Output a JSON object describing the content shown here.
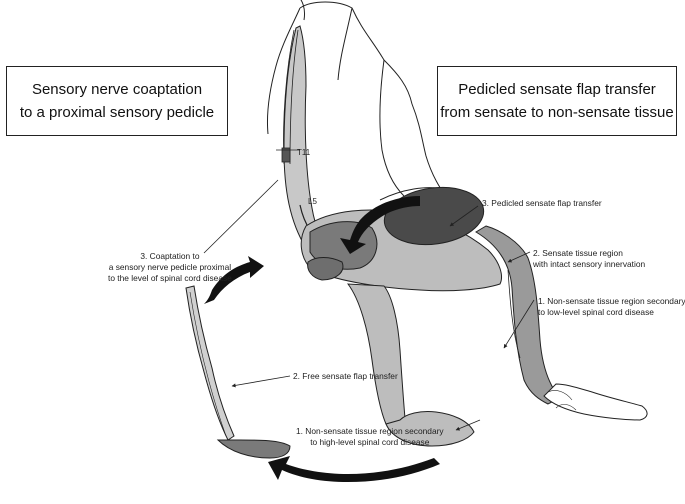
{
  "boxes": {
    "left": {
      "line1": "Sensory nerve coaptation",
      "line2": "to a proximal sensory pedicle"
    },
    "right": {
      "line1": "Pedicled sensate flap transfer",
      "line2": "from sensate to non-sensate tissue"
    }
  },
  "spine_levels": {
    "upper": "T11",
    "lower": "L5"
  },
  "labels": {
    "pedicled_flap": "3. Pedicled sensate flap transfer",
    "sensate_region": {
      "line1": "2. Sensate tissue region",
      "line2": "with intact sensory innervation"
    },
    "nonsensate_low": {
      "line1": "1. Non-sensate tissue region secondary",
      "line2": "to low-level spinal cord disease"
    },
    "coaptation": {
      "line1": "3. Coaptation to",
      "line2": "a sensory nerve pedicle proximal",
      "line3": "to the level of spinal cord disease"
    },
    "free_flap": "2. Free sensate flap transfer",
    "nonsensate_high": {
      "line1": "1. Non-sensate tissue region secondary",
      "line2": "to high-level spinal cord disease"
    }
  },
  "colors": {
    "outline": "#1a1a1a",
    "light_gray": "#bdbdbd",
    "mid_gray": "#9a9a9a",
    "dark_gray": "#5a5a5a",
    "flap_dark": "#4a4a4a"
  }
}
